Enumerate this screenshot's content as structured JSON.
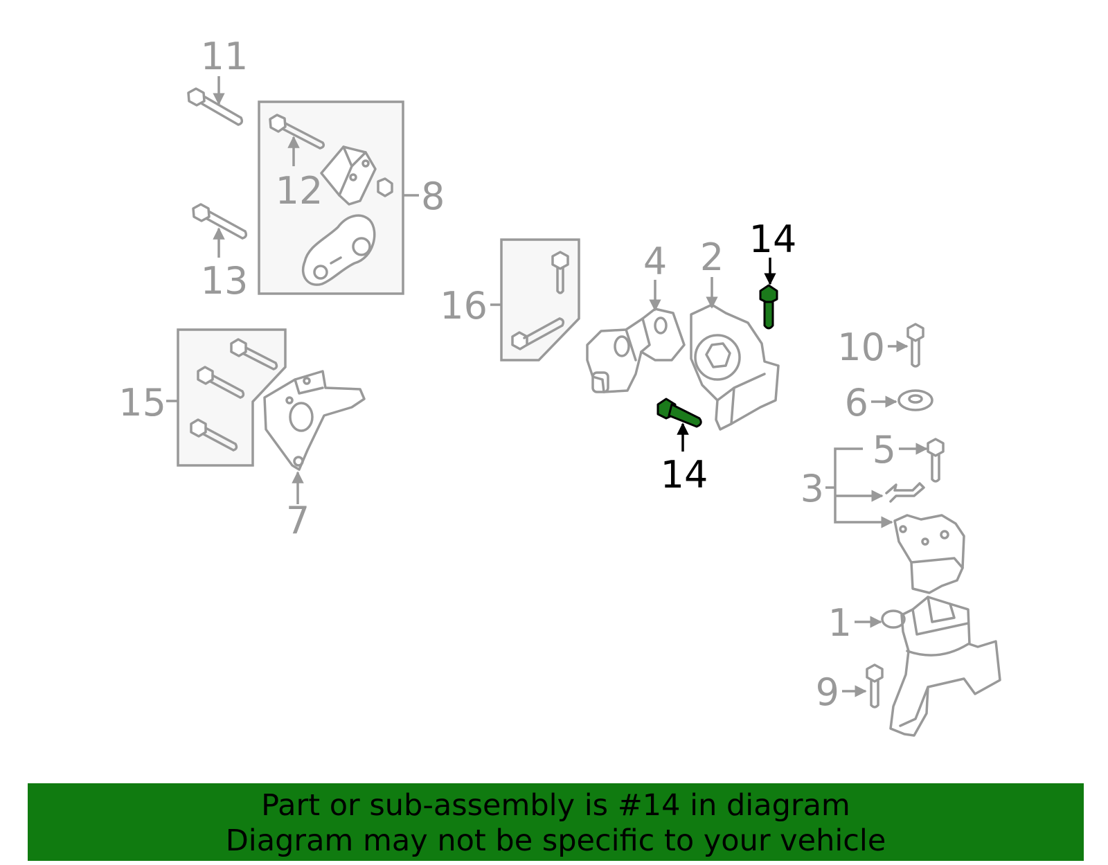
{
  "diagram": {
    "callouts": [
      "1",
      "2",
      "3",
      "4",
      "5",
      "6",
      "7",
      "8",
      "9",
      "10",
      "11",
      "12",
      "13",
      "14",
      "15",
      "16"
    ],
    "highlighted_part": "14",
    "colors": {
      "highlight": "#107b10",
      "part_line": "#999999",
      "highlight_text": "#000000"
    }
  },
  "banner": {
    "line1": "Part or sub-assembly is #14 in diagram",
    "line2": "Diagram may not be specific to your vehicle"
  }
}
